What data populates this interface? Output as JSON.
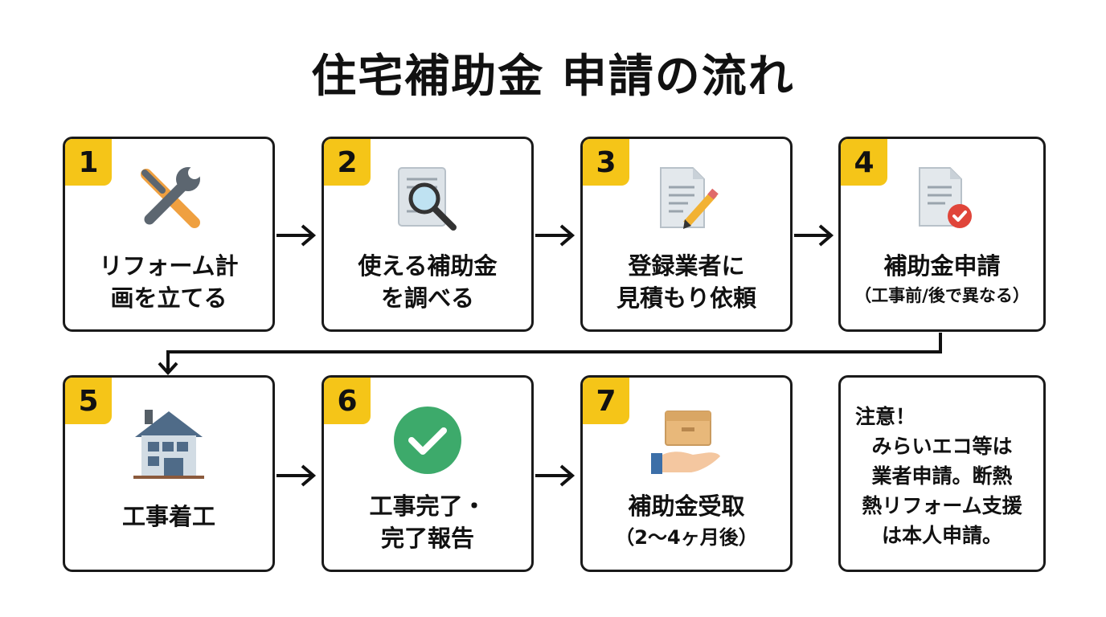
{
  "title": "住宅補助金 申請の流れ",
  "steps": [
    {
      "number": "1",
      "icon": "tools-icon",
      "lines": [
        "リフォーム計",
        "画を立てる"
      ]
    },
    {
      "number": "2",
      "icon": "document-search-icon",
      "lines": [
        "使える補助金",
        "を調べる"
      ]
    },
    {
      "number": "3",
      "icon": "document-edit-icon",
      "lines": [
        "登録業者に",
        "見積もり依頼"
      ]
    },
    {
      "number": "4",
      "icon": "document-check-icon",
      "lines": [
        "補助金申請"
      ],
      "sub": "（工事前/後で異なる）"
    },
    {
      "number": "5",
      "icon": "house-icon",
      "lines": [
        "工事着工"
      ]
    },
    {
      "number": "6",
      "icon": "check-circle-icon",
      "lines": [
        "工事完了・",
        "完了報告"
      ]
    },
    {
      "number": "7",
      "icon": "hand-box-icon",
      "lines": [
        "補助金受取"
      ],
      "sub": "（2〜4ヶ月後）"
    }
  ],
  "note": {
    "lines": [
      "注意！",
      "みらいエコ等は",
      "業者申請。断熱",
      "熱リフォーム支援",
      "は本人申請。"
    ]
  },
  "colors": {
    "badge": "#F5C518",
    "border": "#1a1a1a",
    "check_green": "#3DAA6B",
    "check_red": "#E0453A"
  }
}
